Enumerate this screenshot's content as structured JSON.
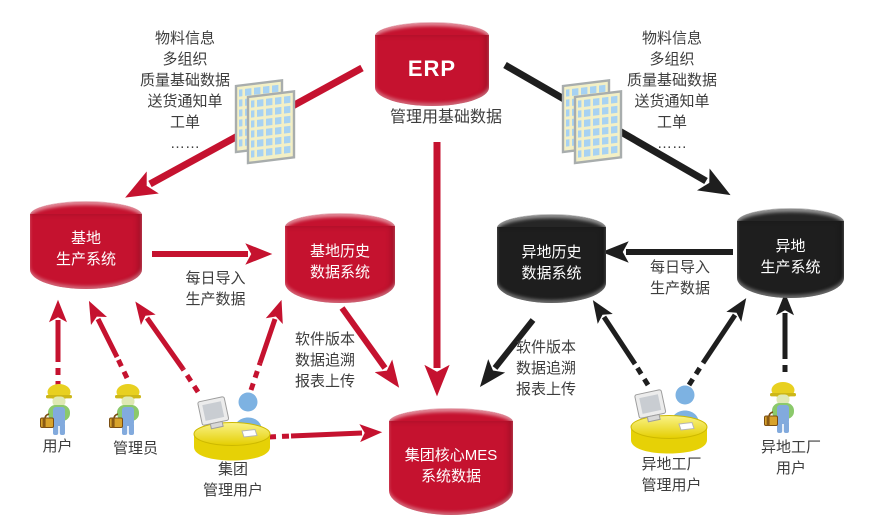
{
  "diagram": {
    "colors": {
      "red": "#c5122f",
      "black": "#1e1e1e",
      "text": "#3d3d3d",
      "cylinder_text": "#ffffff"
    },
    "nodes": {
      "erp": {
        "label": "ERP"
      },
      "base_production": {
        "lines": [
          "基地",
          "生产系统"
        ]
      },
      "base_history": {
        "lines": [
          "基地历史",
          "数据系统"
        ]
      },
      "remote_history": {
        "lines": [
          "异地历史",
          "数据系统"
        ]
      },
      "remote_production": {
        "lines": [
          "异地",
          "生产系统"
        ]
      },
      "mes": {
        "lines": [
          "集团核心MES",
          "系统数据"
        ]
      }
    },
    "labels": {
      "erp_feed_left": [
        "物料信息",
        "多组织",
        "质量基础数据",
        "送货通知单",
        "工单",
        "……"
      ],
      "erp_feed_right": [
        "物料信息",
        "多组织",
        "质量基础数据",
        "送货通知单",
        "工单",
        "……"
      ],
      "erp_sub": "管理用基础数据",
      "daily_left": [
        "每日导入",
        "生产数据"
      ],
      "daily_right": [
        "每日导入",
        "生产数据"
      ],
      "sync_left": [
        "软件版本",
        "数据追溯",
        "报表上传"
      ],
      "sync_right": [
        "软件版本",
        "数据追溯",
        "报表上传"
      ],
      "user": "用户",
      "admin": "管理员",
      "group_admin": [
        "集团",
        "管理用户"
      ],
      "remote_admin": [
        "异地工厂",
        "管理用户"
      ],
      "remote_user": [
        "异地工厂",
        "用户"
      ]
    },
    "icons": {
      "spreadsheet-icon": "stacked data sheets with blue cell grid",
      "worker-icon": "worker with yellow hard hat and toolbox",
      "desk-user-icon": "person with computer at round yellow desk"
    }
  }
}
